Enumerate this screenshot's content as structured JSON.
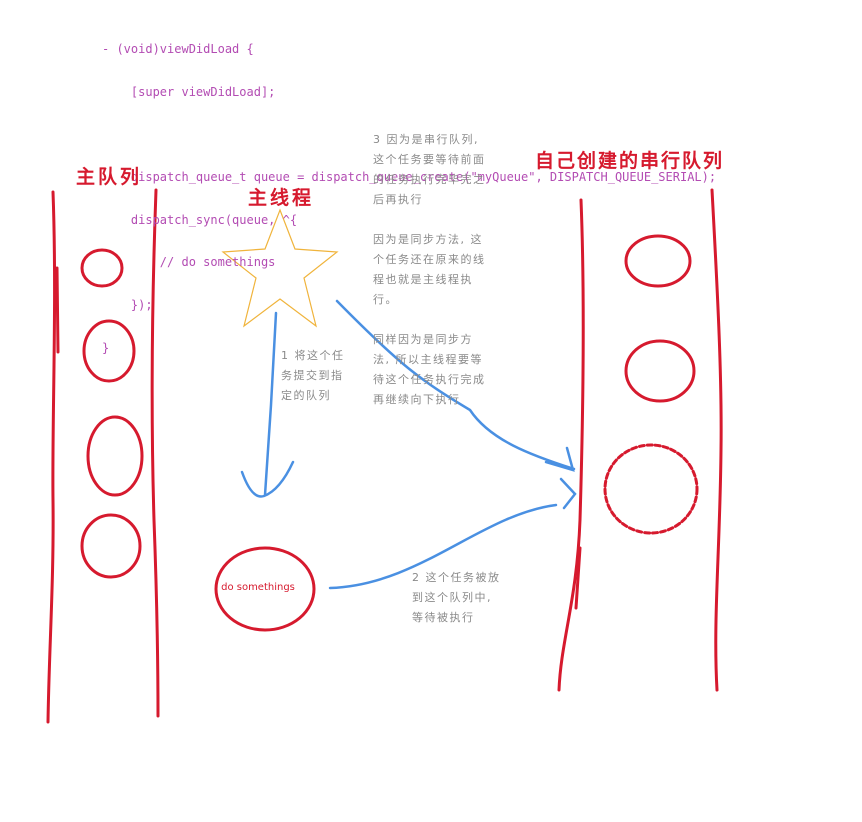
{
  "code": {
    "lines": [
      "- (void)viewDidLoad {",
      "    [super viewDidLoad];",
      "",
      "    dispatch_queue_t queue = dispatch_queue_create(\"myQueue\", DISPATCH_QUEUE_SERIAL);",
      "    dispatch_sync(queue, ^{",
      "        // do somethings",
      "    });",
      "}"
    ]
  },
  "labels": {
    "main_queue": "主队列",
    "main_thread": "主线程",
    "serial_queue": "自己创建的串行队列",
    "task": "do somethings"
  },
  "notes": {
    "step1": [
      "1 将这个任",
      "务提交到指",
      "定的队列"
    ],
    "step2": [
      "2 这个任务被放",
      "到这个队列中,",
      "等待被执行"
    ],
    "step3": [
      "3 因为是串行队列,",
      "这个任务要等待前面",
      "的任务执行完毕完之",
      "后再执行"
    ],
    "sync_note": [
      "因为是同步方法, 这",
      "个任务还在原来的线",
      "程也就是主线程执",
      "行。"
    ],
    "wait_note": [
      "同样因为是同步方",
      "法, 所以主线程要等",
      "待这个任务执行完成",
      "再继续向下执行"
    ]
  },
  "colors": {
    "red": "#d61a2e",
    "blue": "#4a90e2",
    "star": "#f0b43c",
    "code": "#b34cb3",
    "note": "#8a8a8a"
  }
}
